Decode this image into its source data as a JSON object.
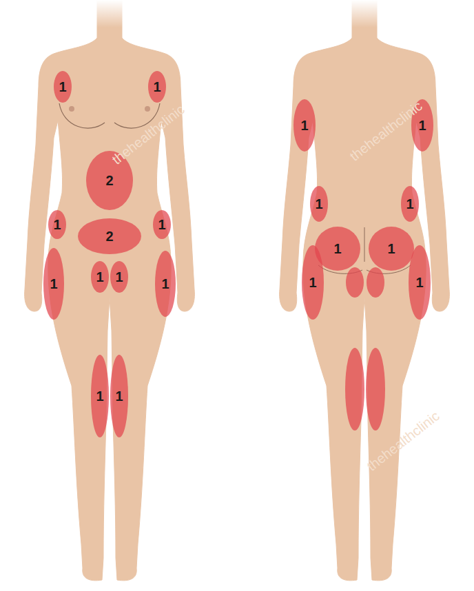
{
  "diagram": {
    "nodes": [
      {
        "text": [
          "1"
        ]
      },
      {
        "text": [
          "1"
        ]
      },
      {
        "text": [
          "2"
        ]
      },
      {
        "text": [
          "1"
        ]
      },
      {
        "text": [
          "2"
        ]
      },
      {
        "text": [
          "1"
        ]
      },
      {
        "text": [
          "1"
        ]
      },
      {
        "text": [
          "1"
        ]
      },
      {
        "text": [
          "1"
        ]
      },
      {
        "text": [
          "1"
        ]
      },
      {
        "text": [
          "1"
        ]
      },
      {
        "text": [
          "1"
        ]
      },
      {
        "text": [
          "1"
        ]
      },
      {
        "text": [
          "1"
        ]
      },
      {
        "text": [
          "1"
        ]
      },
      {
        "text": [
          "1"
        ]
      },
      {
        "text": [
          "1"
        ]
      },
      {
        "text": [
          "1"
        ]
      },
      {
        "text": [
          "1"
        ]
      },
      {
        "text": [
          "1"
        ]
      }
    ],
    "labels": [
      "thehealthclinic",
      "thehealthclinic",
      "thehealthclinic"
    ]
  }
}
